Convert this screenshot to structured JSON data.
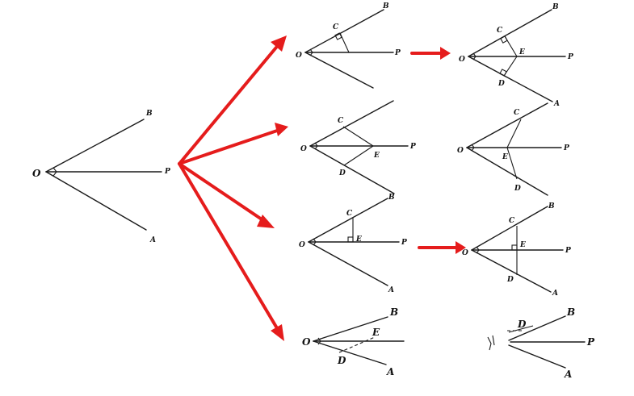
{
  "labels": {
    "O": "O",
    "A": "A",
    "B": "B",
    "P": "P",
    "C": "C",
    "D": "D",
    "E": "E"
  },
  "colors": {
    "arrow": "#e51c1c",
    "line": "#1a1a1a",
    "background": "#ffffff"
  }
}
